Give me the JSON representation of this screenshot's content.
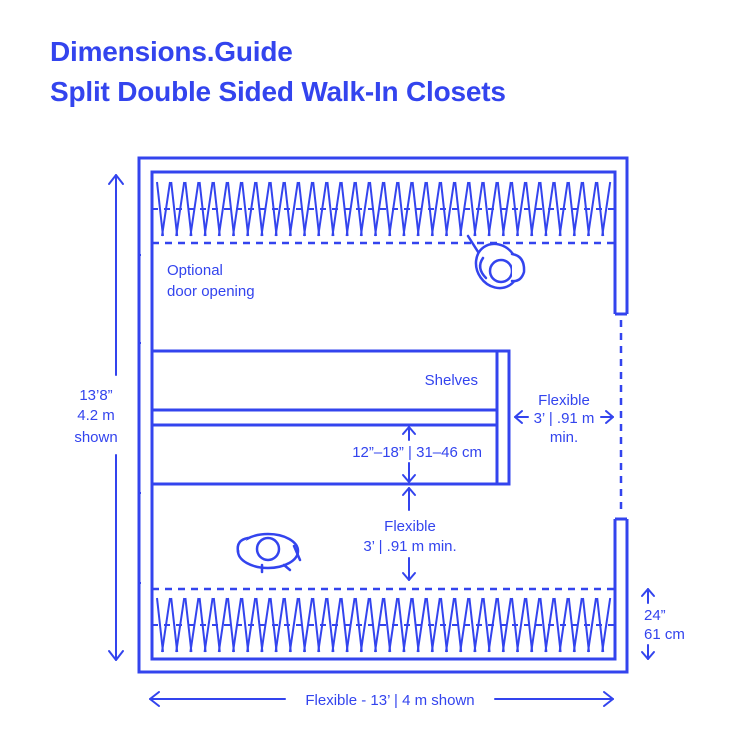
{
  "header": {
    "brand": "Dimensions.Guide",
    "title": "Split Double Sided Walk-In Closets"
  },
  "labels": {
    "door_line1": "Optional",
    "door_line2": "door opening",
    "shelves": "Shelves",
    "shelf_depth": "12”–18” | 31–46 cm",
    "aisle_right_line1": "Flexible",
    "aisle_right_line2": "3’ | .91 m",
    "aisle_right_line3": "min.",
    "aisle_center_line1": "Flexible",
    "aisle_center_line2": "3’ | .91 m min.",
    "height_line1": "13’8”",
    "height_line2": "4.2 m",
    "height_line3": "shown",
    "rod_depth_line1": "24”",
    "rod_depth_line2": "61 cm",
    "width": "Flexible - 13’ | 4 m shown"
  },
  "colors": {
    "line": "#3344ee",
    "background": "#ffffff"
  },
  "icons": [
    "person-top-view-icon",
    "person-top-view-icon"
  ]
}
